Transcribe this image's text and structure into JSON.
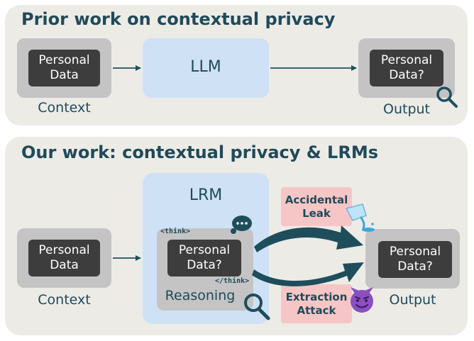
{
  "top": {
    "title": "Prior work on contextual privacy",
    "input_lines": [
      "Personal",
      "Data"
    ],
    "input_caption": "Context",
    "model_label": "LLM",
    "output_lines": [
      "Personal",
      "Data?"
    ],
    "output_caption": "Output"
  },
  "bottom": {
    "title": "Our work: contextual privacy & LRMs",
    "input_lines": [
      "Personal",
      "Data"
    ],
    "input_caption": "Context",
    "model_label": "LRM",
    "think_open": "<think>",
    "think_close": "</think>",
    "reasoning_lines": [
      "Personal",
      "Data?"
    ],
    "reasoning_caption": "Reasoning",
    "leak_lines": [
      "Accidental",
      "Leak"
    ],
    "attack_lines": [
      "Extraction",
      "Attack"
    ],
    "output_lines": [
      "Personal",
      "Data?"
    ],
    "output_caption": "Output"
  },
  "colors": {
    "panel": "#edebe6",
    "title": "#1f4a5a",
    "model_fill": "#cfe1f5",
    "box_grey": "#c4c4c4",
    "box_dark": "#3d3d3d",
    "risk_fill": "#f6c6c6",
    "arrow": "#1e4e5c",
    "devil": "#8a4fc0"
  },
  "icons": [
    "magnifier-icon",
    "thought-bubble-icon",
    "spilling-cup-icon",
    "devil-face-icon"
  ]
}
